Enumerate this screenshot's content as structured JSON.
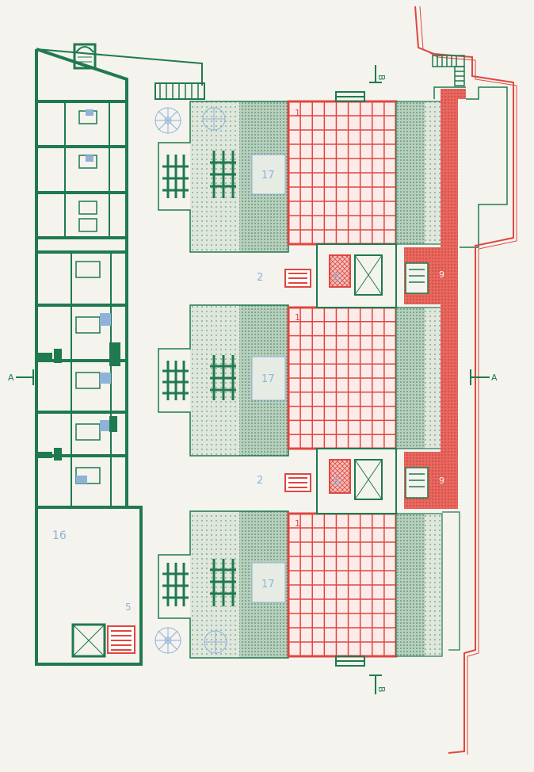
{
  "colors": {
    "paper": "#f4f3ee",
    "green": "#1f7a4f",
    "green_light": "#c9d8c6",
    "green_mid": "#9fbfa6",
    "red": "#e0463f",
    "red_fill": "#e8675f",
    "red_light": "#f1b7b0",
    "blue": "#8fb2d8"
  },
  "section_markers": {
    "a_left": "A",
    "a_right": "A",
    "b_top": "B",
    "b_bottom": "B"
  },
  "room_numbers": {
    "hall_upper": "2",
    "hall_lower": "2",
    "core_upper": "8",
    "core_lower": "8",
    "red_wing_upper": "9",
    "red_wing_lower": "9",
    "room_17_a": "17",
    "room_17_b": "17",
    "room_17_c": "17",
    "studio_1_a": "1",
    "studio_1_b": "1",
    "studio_1_c": "1",
    "lower_left_room": "16",
    "service_room": "5"
  }
}
